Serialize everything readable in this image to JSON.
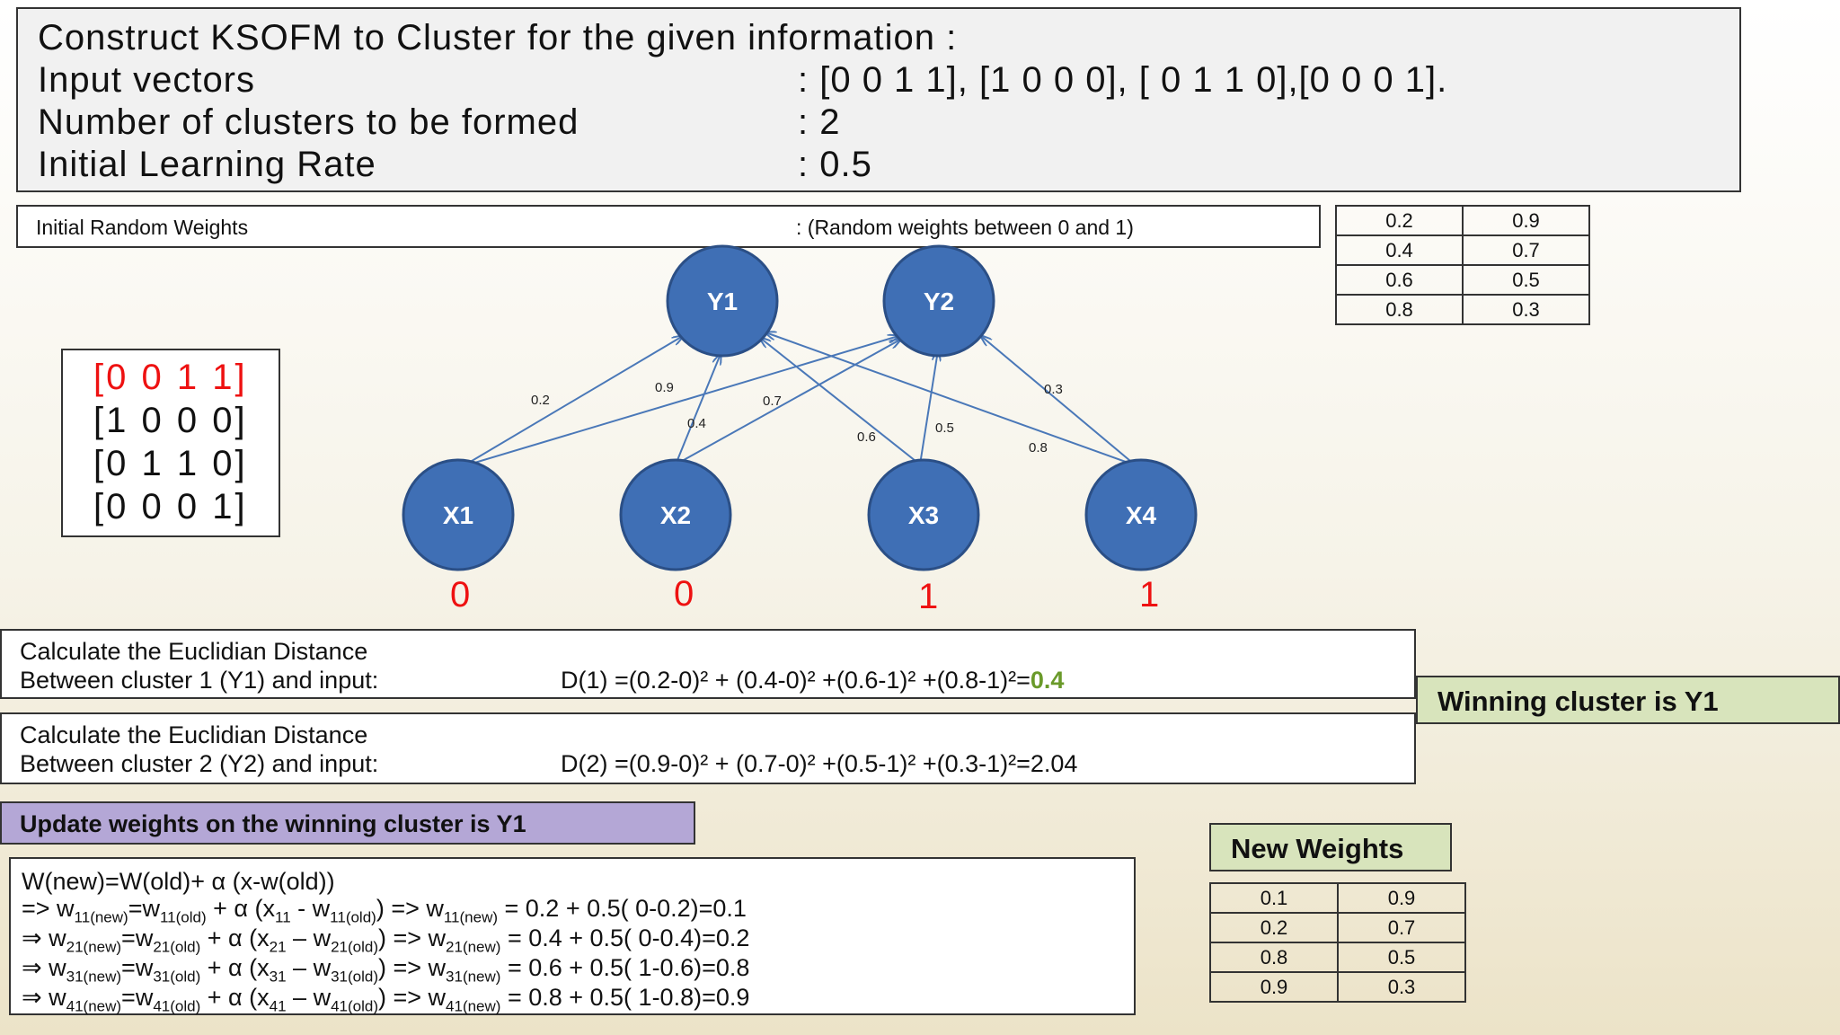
{
  "header": {
    "title": "Construct  KSOFM to Cluster for the given information :",
    "rows": [
      {
        "label": "Input vectors",
        "value": ":  [0 0 1 1], [1 0 0 0], [ 0 1 1 0],[0 0 0 1]."
      },
      {
        "label": "Number of clusters to be formed",
        "value": ":  2"
      },
      {
        "label": "Initial Learning Rate",
        "value": ":  0.5"
      }
    ]
  },
  "initial_weights": {
    "label": "Initial Random Weights",
    "note": ":  (Random weights between 0 and 1)",
    "table": [
      [
        "0.2",
        "0.9"
      ],
      [
        "0.4",
        "0.7"
      ],
      [
        "0.6",
        "0.5"
      ],
      [
        "0.8",
        "0.3"
      ]
    ]
  },
  "input_vectors": [
    "[0 0 1 1]",
    "[1 0 0 0]",
    "[0 1 1 0]",
    "[0 0 0 1]"
  ],
  "colors": {
    "node": "#3f6fb5",
    "highlight": "#e11111",
    "accent_green": "#6a9a2a",
    "update_bg": "#b4a7d6",
    "winner_bg": "#d8e4bc"
  },
  "network": {
    "outputs": [
      "Y1",
      "Y2"
    ],
    "inputs": [
      "X1",
      "X2",
      "X3",
      "X4"
    ],
    "input_values": [
      "0",
      "0",
      "1",
      "1"
    ],
    "weight_labels": [
      "0.2",
      "0.9",
      "0.4",
      "0.7",
      "0.6",
      "0.5",
      "0.8",
      "0.3"
    ]
  },
  "distance1": {
    "line1": "Calculate the Euclidian Distance",
    "line2": "Between  cluster 1 (Y1) and input:",
    "formula": "D(1) =(0.2-0)² + (0.4-0)²  +(0.6-1)² +(0.8-1)²=",
    "result": "0.4"
  },
  "distance2": {
    "line1": "Calculate the Euclidian Distance",
    "line2": "Between  cluster 2 (Y2) and input:",
    "formula": "D(2) =(0.9-0)² + (0.7-0)²  +(0.5-1)² +(0.3-1)²=2.04"
  },
  "winner": "Winning cluster is Y1",
  "update_title": "Update weights on the winning cluster is Y1",
  "formula_title": "W(new)=W(old)+ α (x-w(old))",
  "formula_rows": [
    {
      "prefix": "=> ",
      "i": "11",
      "op": "-",
      "calc": "= 0.2 + 0.5( 0-0.2)=0.1"
    },
    {
      "prefix": "⇒",
      "i": "21",
      "op": "–",
      "calc": "= 0.4 + 0.5( 0-0.4)=0.2"
    },
    {
      "prefix": "⇒",
      "i": "31",
      "op": "–",
      "calc": "= 0.6 + 0.5( 1-0.6)=0.8"
    },
    {
      "prefix": "⇒",
      "i": "41",
      "op": "–",
      "calc": "= 0.8 + 0.5( 1-0.8)=0.9"
    }
  ],
  "new_weights": {
    "label": "New Weights",
    "table": [
      [
        "0.1",
        "0.9"
      ],
      [
        "0.2",
        "0.7"
      ],
      [
        "0.8",
        "0.5"
      ],
      [
        "0.9",
        "0.3"
      ]
    ]
  }
}
